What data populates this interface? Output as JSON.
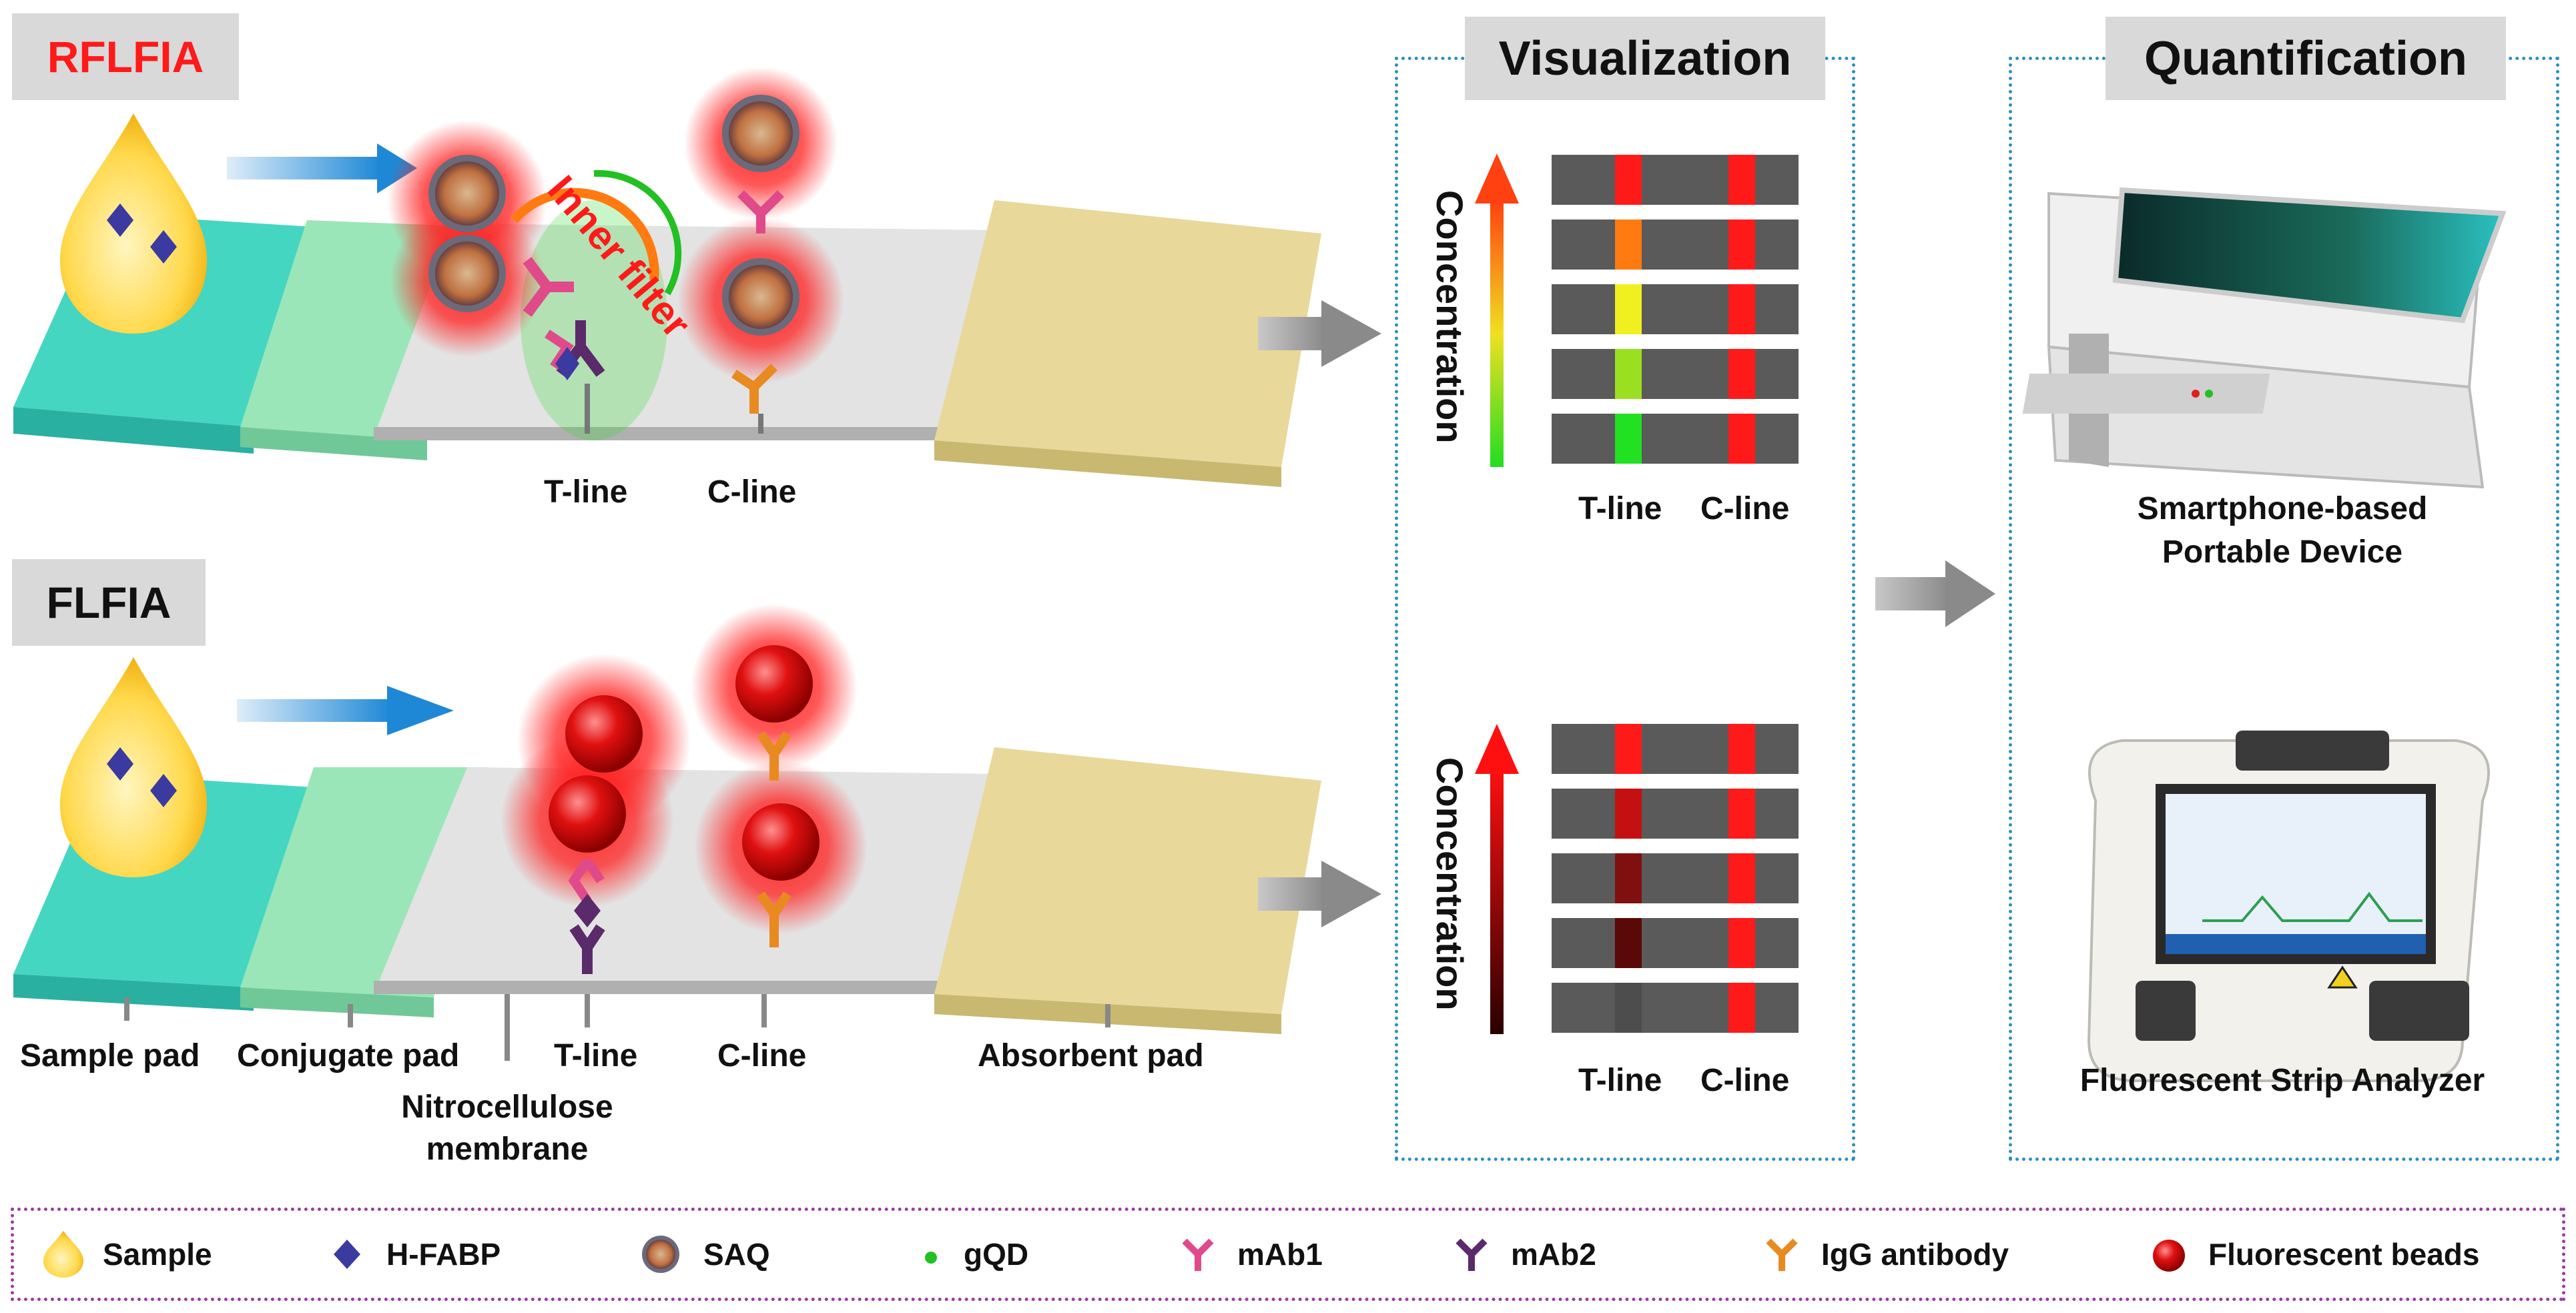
{
  "tags": {
    "rflfia": "RFLFIA",
    "flfia": "FLFIA",
    "visualization": "Visualization",
    "quantification": "Quantification"
  },
  "strip": {
    "inner_filter": "Inner filter",
    "t_line": "T-line",
    "c_line": "C-line",
    "sample_pad": "Sample pad",
    "conjugate_pad": "Conjugate pad",
    "nitrocellulose": "Nitrocellulose",
    "membrane": "membrane",
    "absorbent_pad": "Absorbent pad"
  },
  "visualization": {
    "concentration": "Concentration",
    "t_line": "T-line",
    "c_line": "C-line",
    "rflfia_t_colors": [
      "#ff1a1a",
      "#ff7a10",
      "#f0f020",
      "#9ae020",
      "#22e022"
    ],
    "flfia_t_colors": [
      "#ff1a1a",
      "#c41010",
      "#801010",
      "#5a0808",
      "#4d4d4d"
    ],
    "c_color": "#ff1a1a"
  },
  "quantification": {
    "device1_line1": "Smartphone-based",
    "device1_line2": "Portable Device",
    "device2": "Fluorescent Strip Analyzer"
  },
  "legend": [
    {
      "icon": "sample-drop-icon",
      "label": "Sample"
    },
    {
      "icon": "h-fabp-diamond-icon",
      "label": "H-FABP"
    },
    {
      "icon": "saq-particle-icon",
      "label": "SAQ"
    },
    {
      "icon": "gqd-dot-icon",
      "label": "gQD"
    },
    {
      "icon": "mab1-antibody-icon",
      "label": "mAb1"
    },
    {
      "icon": "mab2-antibody-icon",
      "label": "mAb2"
    },
    {
      "icon": "igg-antibody-icon",
      "label": "IgG antibody"
    },
    {
      "icon": "fluorescent-bead-icon",
      "label": "Fluorescent beads"
    }
  ],
  "colors": {
    "sample_pad": "#45d6c2",
    "conjugate_pad": "#9be6b8",
    "membrane": "#e3e3e3",
    "absorbent_pad": "#e8d89a",
    "flow_arrow": "#1f88d6",
    "mab1": "#e04a8a",
    "mab2": "#5a2a6a",
    "igg": "#e88a20",
    "bead": "#e01010",
    "gqd": "#22c022",
    "h_fabp": "#3a3aa0"
  }
}
